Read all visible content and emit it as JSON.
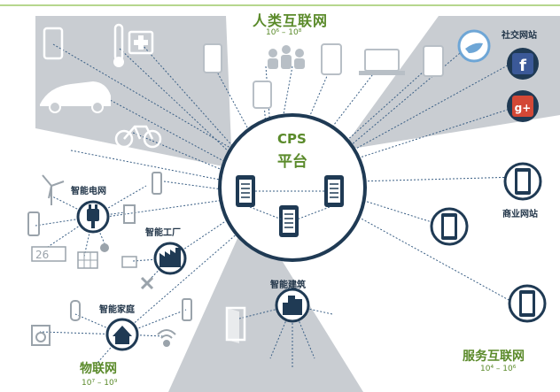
{
  "diagram": {
    "platform": {
      "title": "CPS",
      "subtitle": "平台"
    },
    "groups": {
      "human_internet": {
        "label": "人类互联网",
        "range": "10⁶ – 10⁸"
      },
      "social_web": {
        "label": "社交网站"
      },
      "business_web": {
        "label": "商业网站"
      },
      "iot": {
        "label": "物联网",
        "range": "10⁷ – 10⁹"
      },
      "services_internet": {
        "label": "服务互联网",
        "range": "10⁴ – 10⁶"
      },
      "smart_grid": {
        "label": "智能电网"
      },
      "smart_factory": {
        "label": "智能工厂"
      },
      "smart_home": {
        "label": "智能家庭"
      },
      "smart_building": {
        "label": "智能建筑"
      }
    },
    "social_icons": [
      {
        "name": "twitter-icon",
        "color": "#6ea6d6",
        "glyph": "🐦"
      },
      {
        "name": "facebook-icon",
        "color": "#3b5998",
        "glyph": "f"
      },
      {
        "name": "google-plus-icon",
        "color": "#d34836",
        "glyph": "g+"
      }
    ],
    "meter_text": "26",
    "colors": {
      "cone": "#c9cdd2",
      "navy": "#1f3a54",
      "accent_green": "#5a8a2a"
    }
  }
}
